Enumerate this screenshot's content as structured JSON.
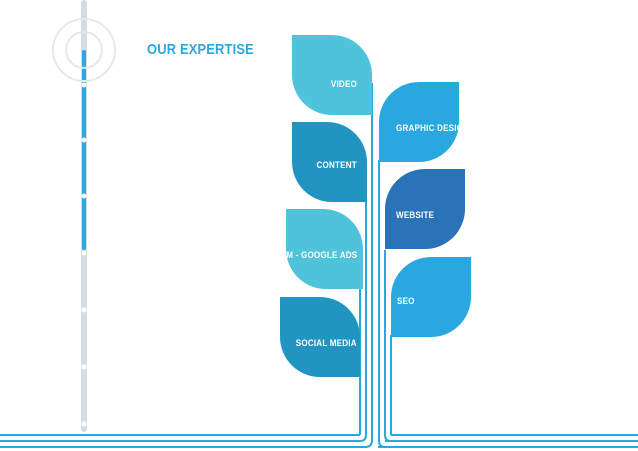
{
  "title": "OUR EXPERTISE",
  "colors": {
    "accent": "#2aa7dd",
    "track": "#d4dde3",
    "light_teal": "#4fc3d9",
    "mid_blue": "#2294c2",
    "sky_blue": "#29a8e0",
    "deep_blue": "#2a73b8"
  },
  "leaves": [
    {
      "label": "VIDEO",
      "color": "light_teal"
    },
    {
      "label": "CONTENT",
      "color": "mid_blue"
    },
    {
      "label": "SEM - GOOGLE ADS",
      "color": "light_teal"
    },
    {
      "label": "SOCIAL MEDIA",
      "color": "mid_blue"
    },
    {
      "label": "GRAPHIC DESIGN",
      "color": "sky_blue"
    },
    {
      "label": "WEBSITE",
      "color": "deep_blue"
    },
    {
      "label": "SEO",
      "color": "sky_blue"
    }
  ],
  "scroll_progress": 0.48
}
